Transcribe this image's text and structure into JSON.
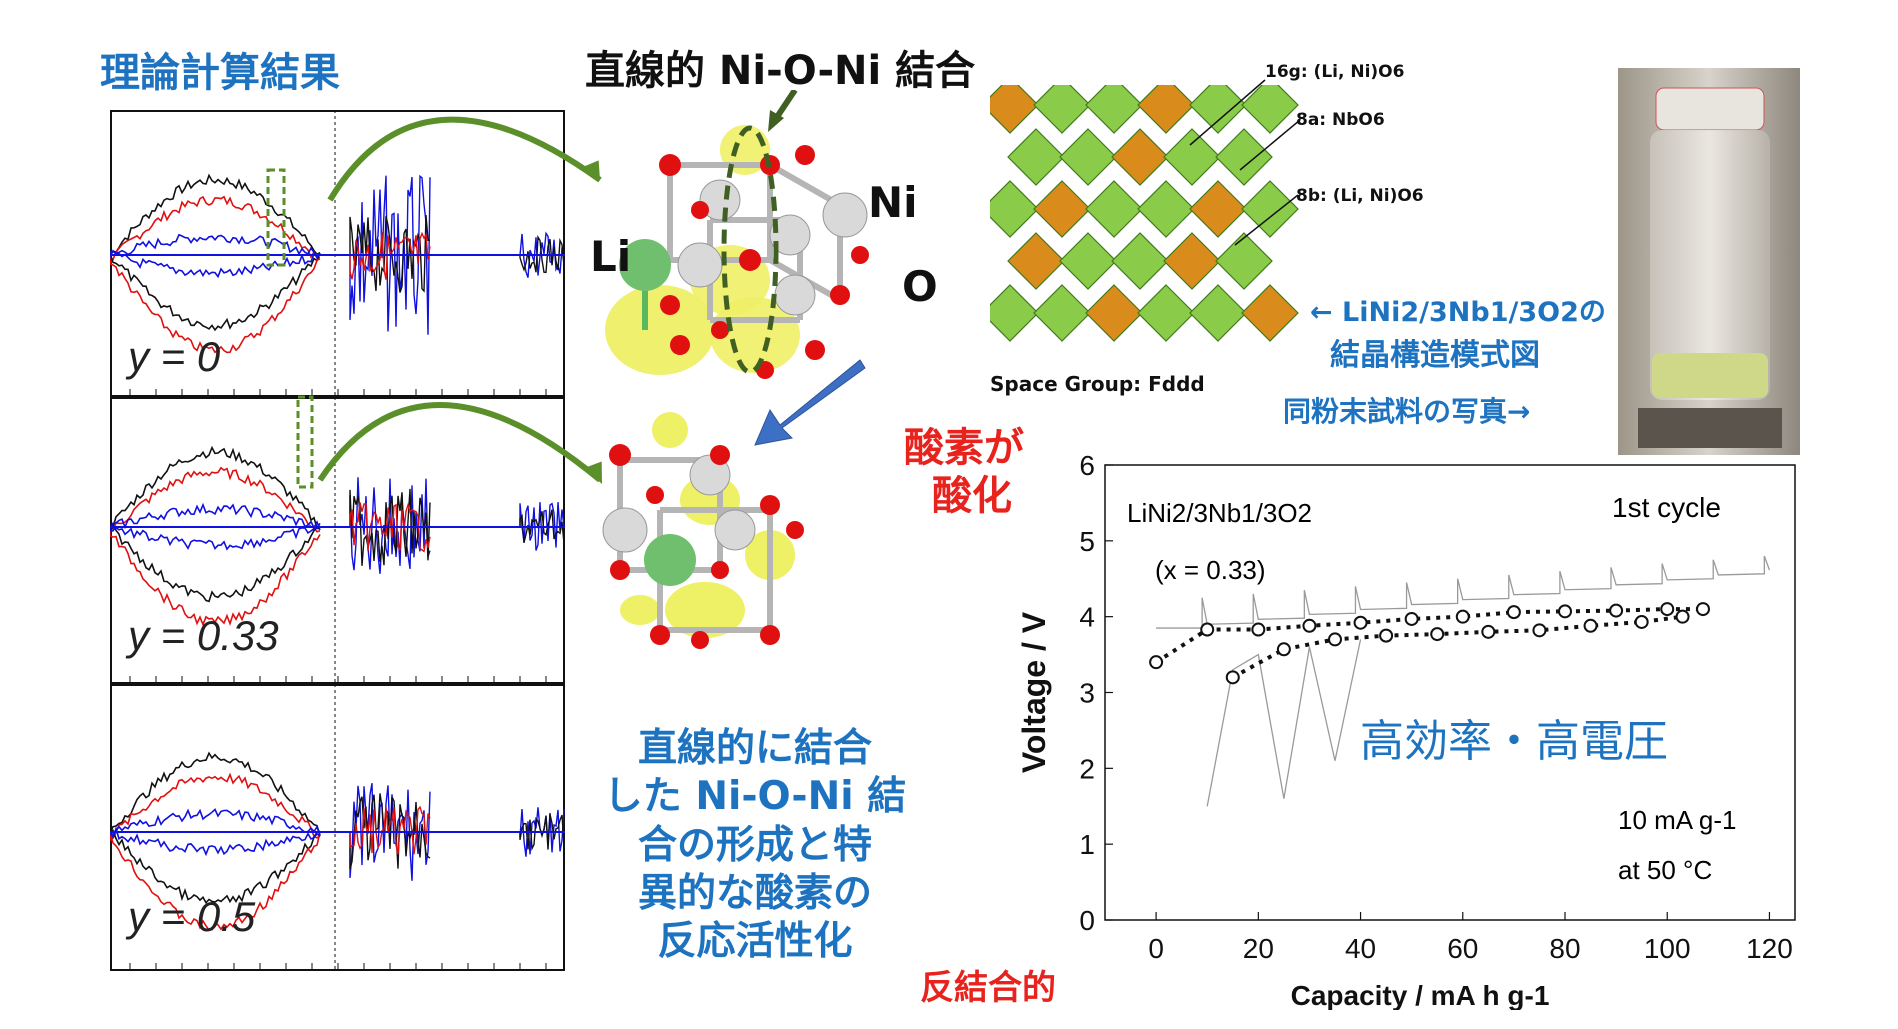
{
  "calc_title": "理論計算結果",
  "linear_bond_title": "直線的 Ni-O-Ni 結合",
  "dos_panels": [
    {
      "label": "y = 0"
    },
    {
      "label": "y = 0.33"
    },
    {
      "label": "y = 0.5"
    }
  ],
  "atom_labels": {
    "li": "Li",
    "ni": "Ni",
    "o": "O"
  },
  "oxygen_oxidized": [
    "酸素が",
    "酸化"
  ],
  "crystal": {
    "site_16g": "16g: (Li, Ni)O6",
    "site_8a": "8a: NbO6",
    "site_8b": "8b: (Li, Ni)O6",
    "space_group": "Space Group: Fddd",
    "caption_line1": "← LiNi2/3Nb1/3O2の",
    "caption_line2": "結晶構造模式図",
    "photo_caption": "同粉末試料の写真→"
  },
  "left_conclusion": [
    "直線的に結合",
    "した Ni-O-Ni 結",
    "合の形成と特",
    "異的な酸素の",
    "反応活性化"
  ],
  "antibonding": "反結合的",
  "chart_data": {
    "type": "line",
    "title": "",
    "xlabel": "Capacity  /  mA h g-1",
    "ylabel": "Voltage  /  V",
    "xlim": [
      -10,
      125
    ],
    "ylim": [
      0,
      6
    ],
    "xticks": [
      0,
      20,
      40,
      60,
      80,
      100,
      120
    ],
    "yticks": [
      0,
      1,
      2,
      3,
      4,
      5,
      6
    ],
    "annotations": {
      "compound": "LiNi2/3Nb1/3O2",
      "x_value": "(x = 0.33)",
      "cycle": "1st cycle",
      "rate": "10 mA g-1",
      "temperature": "at 50 °C",
      "highlight": "高効率・高電圧"
    },
    "series": [
      {
        "style": "dotted",
        "x": [
          0,
          10,
          20,
          30,
          40,
          50,
          60,
          70,
          80,
          90,
          100,
          107
        ],
        "y": [
          3.4,
          3.83,
          3.83,
          3.88,
          3.92,
          3.97,
          4.0,
          4.06,
          4.07,
          4.08,
          4.1,
          4.1
        ]
      },
      {
        "style": "dotted",
        "x": [
          15,
          25,
          35,
          45,
          55,
          65,
          75,
          85,
          95,
          103
        ],
        "y": [
          3.2,
          3.57,
          3.7,
          3.75,
          3.77,
          3.8,
          3.82,
          3.88,
          3.93,
          4.0
        ]
      }
    ],
    "markers": [
      {
        "x": 0,
        "y": 3.4
      },
      {
        "x": 10,
        "y": 3.83
      },
      {
        "x": 20,
        "y": 3.83
      },
      {
        "x": 30,
        "y": 3.88
      },
      {
        "x": 40,
        "y": 3.92
      },
      {
        "x": 50,
        "y": 3.97
      },
      {
        "x": 60,
        "y": 4.0
      },
      {
        "x": 70,
        "y": 4.06
      },
      {
        "x": 80,
        "y": 4.07
      },
      {
        "x": 90,
        "y": 4.08
      },
      {
        "x": 100,
        "y": 4.1
      },
      {
        "x": 107,
        "y": 4.1
      },
      {
        "x": 15,
        "y": 3.2
      },
      {
        "x": 25,
        "y": 3.57
      },
      {
        "x": 35,
        "y": 3.7
      },
      {
        "x": 45,
        "y": 3.75
      },
      {
        "x": 55,
        "y": 3.77
      },
      {
        "x": 65,
        "y": 3.8
      },
      {
        "x": 75,
        "y": 3.82
      },
      {
        "x": 85,
        "y": 3.88
      },
      {
        "x": 95,
        "y": 3.93
      },
      {
        "x": 103,
        "y": 4.0
      }
    ]
  }
}
